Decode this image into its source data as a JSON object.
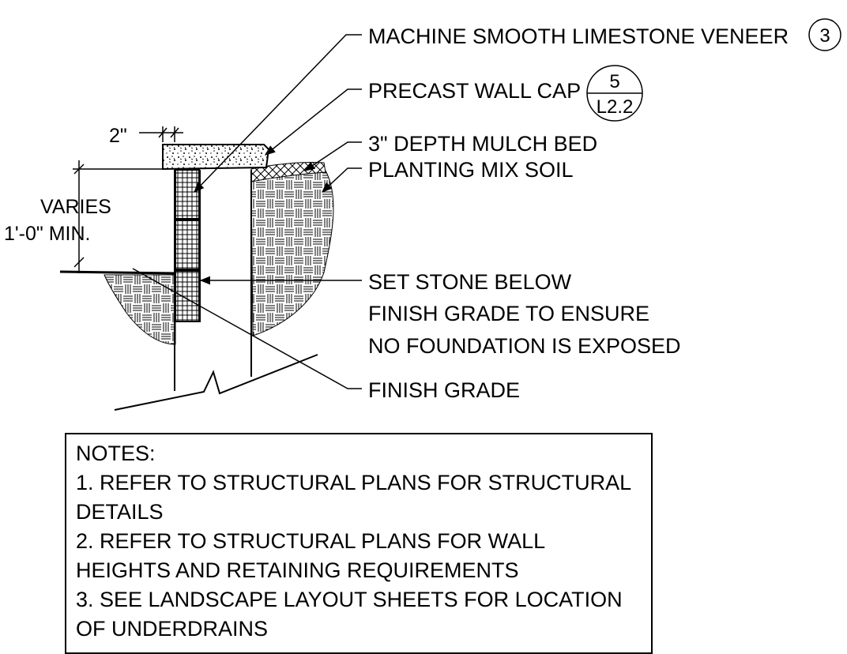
{
  "callouts": {
    "veneer": "MACHINE SMOOTH LIMESTONE VENEER",
    "veneer_ref": "3",
    "wall_cap": "PRECAST WALL CAP",
    "wall_cap_detail": "5",
    "wall_cap_sheet": "L2.2",
    "mulch": "3\" DEPTH MULCH BED",
    "soil": "PLANTING MIX SOIL",
    "set_stone_1": "SET STONE BELOW",
    "set_stone_2": "FINISH GRADE TO ENSURE",
    "set_stone_3": "NO FOUNDATION IS EXPOSED",
    "finish_grade": "FINISH GRADE"
  },
  "dimensions": {
    "offset": "2\"",
    "height_1": "VARIES",
    "height_2": "1'-0\" MIN."
  },
  "notes": {
    "title": "NOTES:",
    "lines": [
      "1.  REFER TO STRUCTURAL PLANS FOR STRUCTURAL",
      "DETAILS",
      "2.  REFER TO STRUCTURAL PLANS FOR WALL",
      "HEIGHTS AND RETAINING REQUIREMENTS",
      "3.  SEE LANDSCAPE LAYOUT SHEETS FOR LOCATION",
      " OF UNDERDRAINS"
    ]
  }
}
